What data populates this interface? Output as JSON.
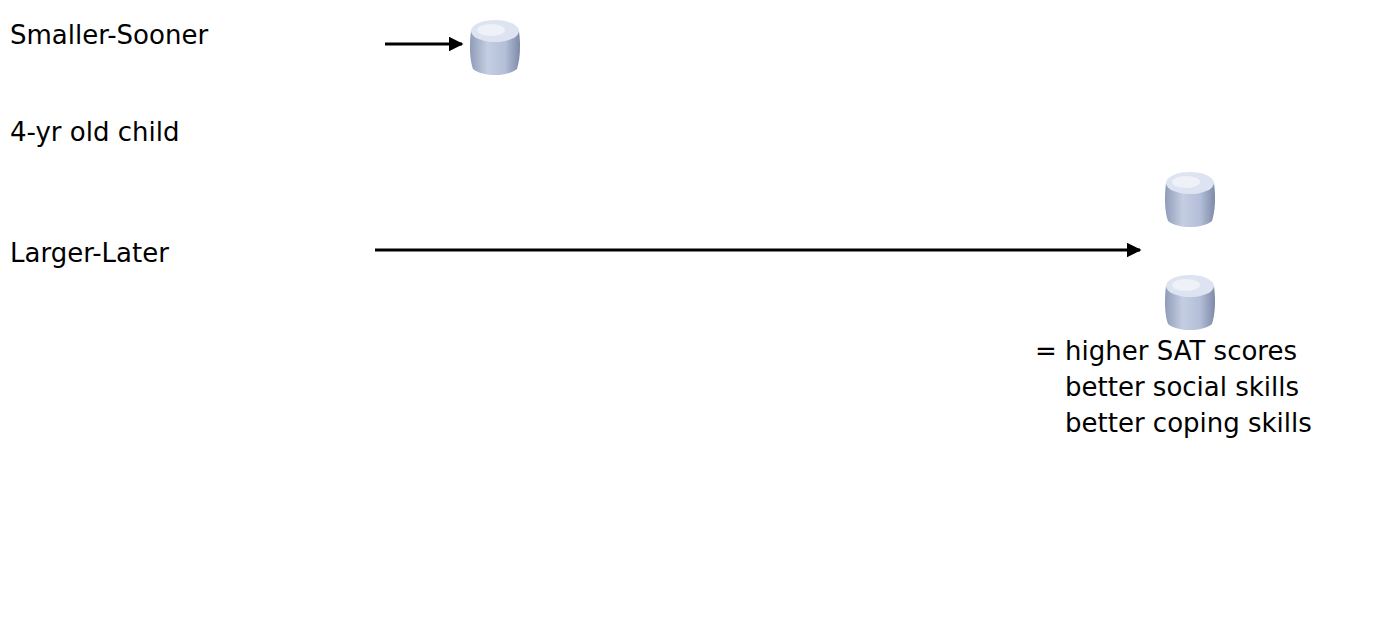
{
  "diagram": {
    "labels": [
      "Smaller-Sooner",
      "4-yr old child",
      "Larger-Later",
      "= higher SAT scores",
      "better social skills",
      "better coping skills"
    ]
  }
}
